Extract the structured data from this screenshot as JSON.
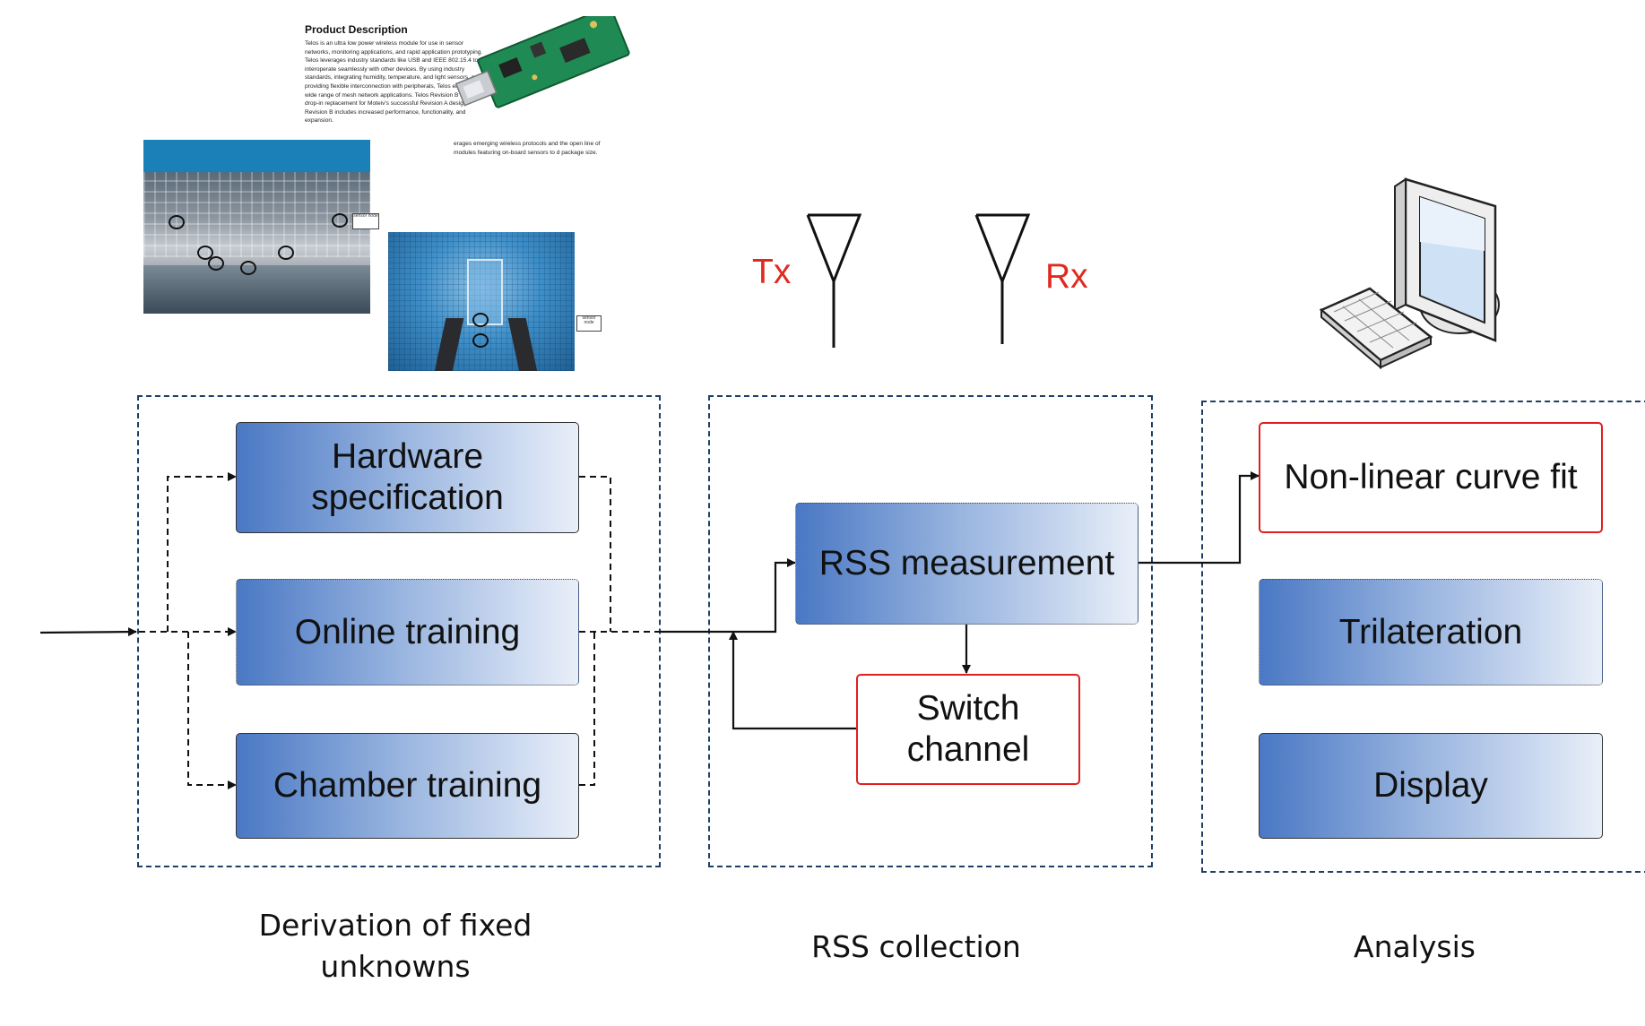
{
  "product_description": {
    "title": "Product Description",
    "body": "Telos is an ultra low power wireless module for use in sensor networks, monitoring applications, and rapid application prototyping. Telos leverages industry standards like USB and IEEE 802.15.4 to interoperate seamlessly with other devices. By using industry standards, integrating humidity, temperature, and light sensors, and providing flexible interconnection with peripherals, Telos enables a wide range of mesh network applications. Telos Revision B is a drop-in replacement for Moteiv's successful Revision A design. Revision B includes increased performance, functionality, and expansion.",
    "tail": "erages emerging wireless protocols and the open line of modules featuring on-board sensors to d package size."
  },
  "photo_tags": {
    "office": "sensor node",
    "chamber": "sensor node"
  },
  "antennas": {
    "tx": "Tx",
    "rx": "Rx"
  },
  "groups": {
    "derivation": {
      "caption": "Derivation of fixed unknowns",
      "boxes": {
        "hardware": "Hardware specification",
        "online": "Online training",
        "chamber": "Chamber training"
      }
    },
    "rss": {
      "caption": "RSS collection",
      "boxes": {
        "measurement": "RSS measurement",
        "switch": "Switch channel"
      }
    },
    "analysis": {
      "caption": "Analysis",
      "boxes": {
        "curve_fit": "Non-linear curve fit",
        "trilateration": "Trilateration",
        "display": "Display"
      }
    }
  },
  "colors": {
    "accent_red": "#e02020",
    "group_border": "#1f3f66",
    "box_gradient_start": "#4a78c4",
    "box_gradient_end": "#e9eff9"
  },
  "icons": {
    "computer": "computer-icon",
    "antenna": "antenna-icon",
    "pcb": "sensor-board-icon"
  }
}
